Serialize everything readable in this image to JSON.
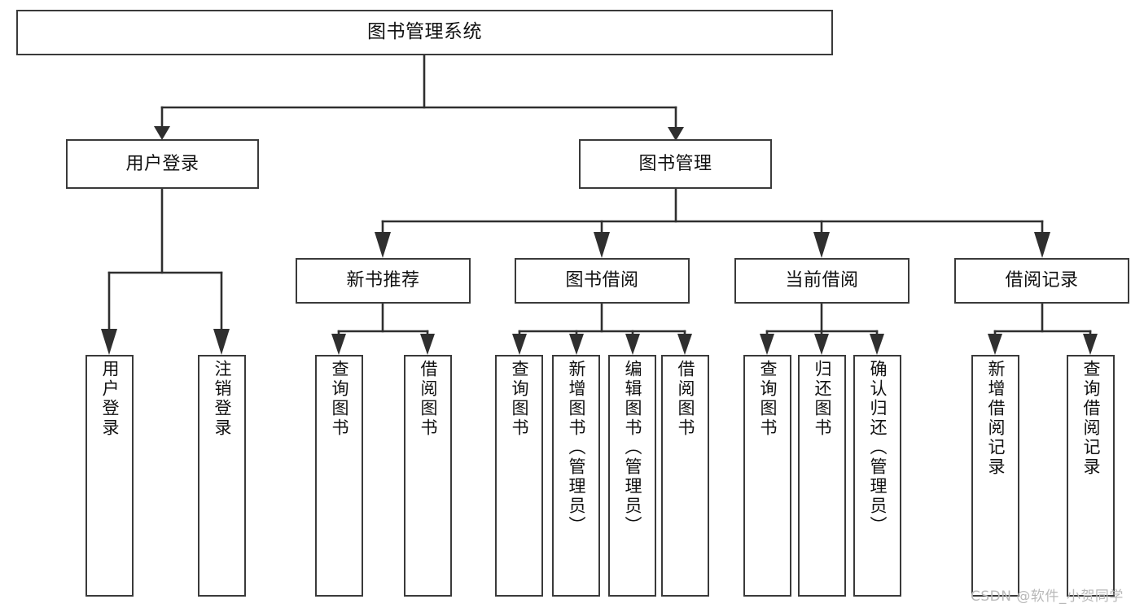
{
  "diagram": {
    "title": "图书管理系统",
    "type": "tree",
    "root": {
      "label": "图书管理系统"
    },
    "level2": [
      {
        "label": "用户登录"
      },
      {
        "label": "图书管理"
      }
    ],
    "level3": [
      {
        "label": "新书推荐"
      },
      {
        "label": "图书借阅"
      },
      {
        "label": "当前借阅"
      },
      {
        "label": "借阅记录"
      }
    ],
    "leaves": {
      "user_login": [
        {
          "label": "用户登录"
        },
        {
          "label": "注销登录"
        }
      ],
      "new_book_recommend": [
        {
          "label": "查询图书"
        },
        {
          "label": "借阅图书"
        }
      ],
      "book_borrow": [
        {
          "label": "查询图书"
        },
        {
          "label": "新增图书（管理员）"
        },
        {
          "label": "编辑图书（管理员）"
        },
        {
          "label": "借阅图书"
        }
      ],
      "current_borrow": [
        {
          "label": "查询图书"
        },
        {
          "label": "归还图书"
        },
        {
          "label": "确认归还（管理员）"
        }
      ],
      "borrow_record": [
        {
          "label": "新增借阅记录"
        },
        {
          "label": "查询借阅记录"
        }
      ]
    }
  },
  "watermark": {
    "text": "CSDN @软件_小贺同学"
  },
  "colors": {
    "box_border": "#3a3a3a",
    "background": "#ffffff",
    "text": "#111111",
    "wire": "#2f2f2f",
    "watermark": "#b9b9b9"
  }
}
